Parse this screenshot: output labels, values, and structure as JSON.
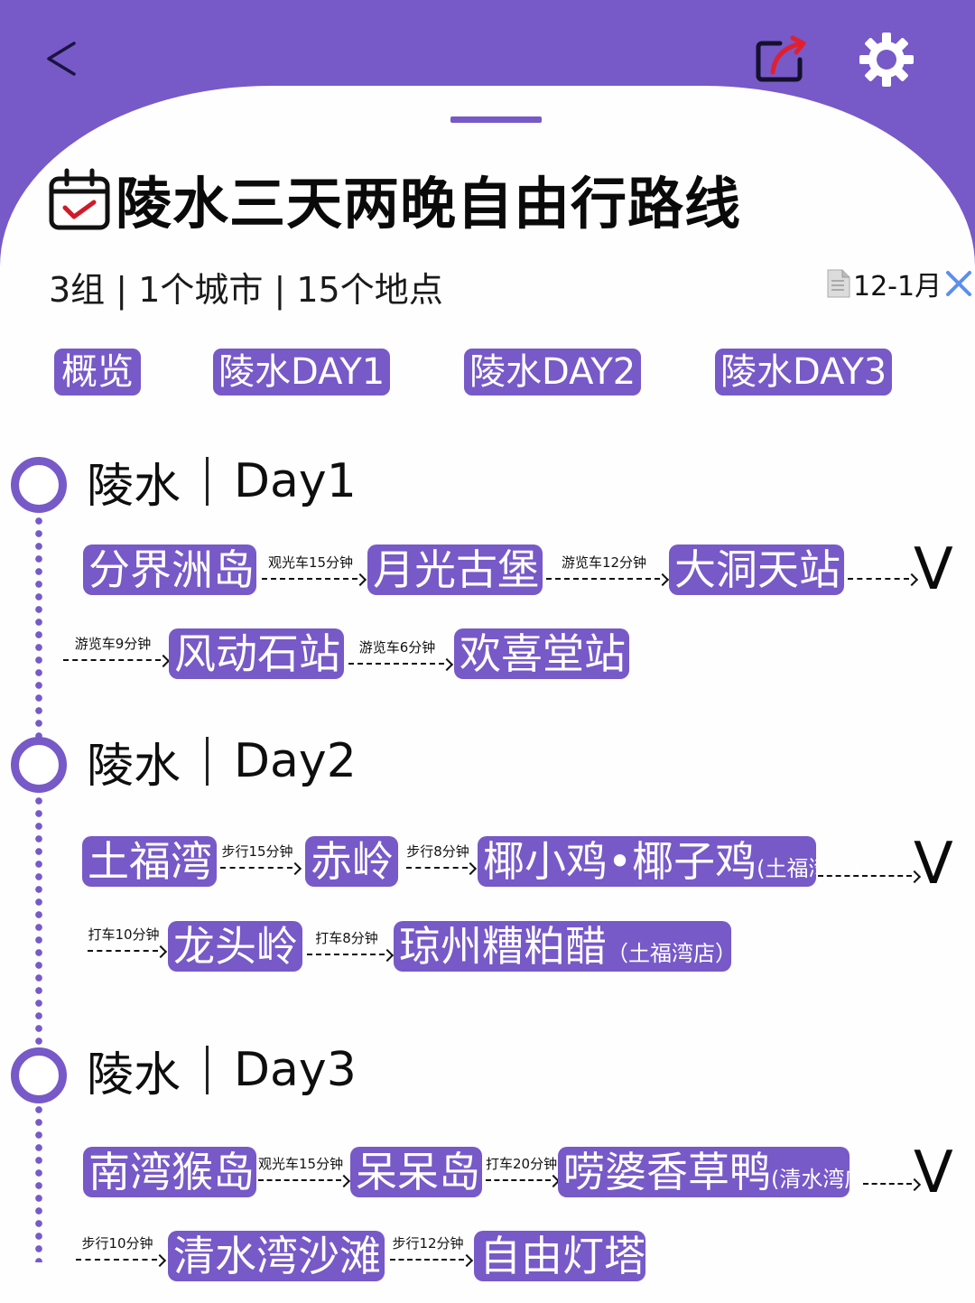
{
  "colors": {
    "brand": "#7759c8",
    "card": "#fefefe",
    "text": "#111111",
    "share_arrow": "#e02030",
    "close_x": "#5b8ef0",
    "check": "#d01a2a"
  },
  "header": {
    "back_icon": "chevron-left-icon",
    "share_icon": "share-icon",
    "settings_icon": "gear-icon"
  },
  "title": {
    "icon": "calendar-check-icon",
    "text": "陵水三天两晚自由行路线"
  },
  "stats": {
    "groups": "3组",
    "cities": "1个城市",
    "places": "15个地点",
    "separator": "|"
  },
  "date_chip": {
    "icon": "document-icon",
    "text": "12-1月",
    "close_icon": "close-icon"
  },
  "tabs": [
    {
      "label": "概览"
    },
    {
      "label": "陵水DAY1"
    },
    {
      "label": "陵水DAY2"
    },
    {
      "label": "陵水DAY3"
    }
  ],
  "days": [
    {
      "city": "陵水",
      "day": "Day1",
      "row1": {
        "places": [
          "分界洲岛",
          "月光古堡",
          "大洞天站"
        ],
        "connectors": [
          "观光车15分钟",
          "游览车12分钟"
        ],
        "continue_mark": "V"
      },
      "row2": {
        "lead_connector": "游览车9分钟",
        "places": [
          "风动石站",
          "欢喜堂站"
        ],
        "connectors": [
          "游览车6分钟"
        ]
      }
    },
    {
      "city": "陵水",
      "day": "Day2",
      "row1": {
        "places": [
          "土福湾",
          "赤岭",
          "椰小鸡•椰子鸡"
        ],
        "place_subs": [
          "",
          "",
          "(土福湾店)"
        ],
        "connectors": [
          "步行15分钟",
          "步行8分钟"
        ],
        "continue_mark": "V"
      },
      "row2": {
        "lead_connector": "打车10分钟",
        "places": [
          "龙头岭",
          "琼州糟粕醋"
        ],
        "place_subs": [
          "",
          "（土福湾店）"
        ],
        "connectors": [
          "打车8分钟"
        ]
      }
    },
    {
      "city": "陵水",
      "day": "Day3",
      "row1": {
        "places": [
          "南湾猴岛",
          "呆呆岛",
          "唠婆香草鸭"
        ],
        "place_subs": [
          "",
          "",
          "(清水湾店)"
        ],
        "connectors": [
          "观光车15分钟",
          "打车20分钟"
        ],
        "continue_mark": "V"
      },
      "row2": {
        "lead_connector": "步行10分钟",
        "places": [
          "清水湾沙滩",
          "自由灯塔"
        ],
        "connectors": [
          "步行12分钟"
        ]
      }
    }
  ]
}
